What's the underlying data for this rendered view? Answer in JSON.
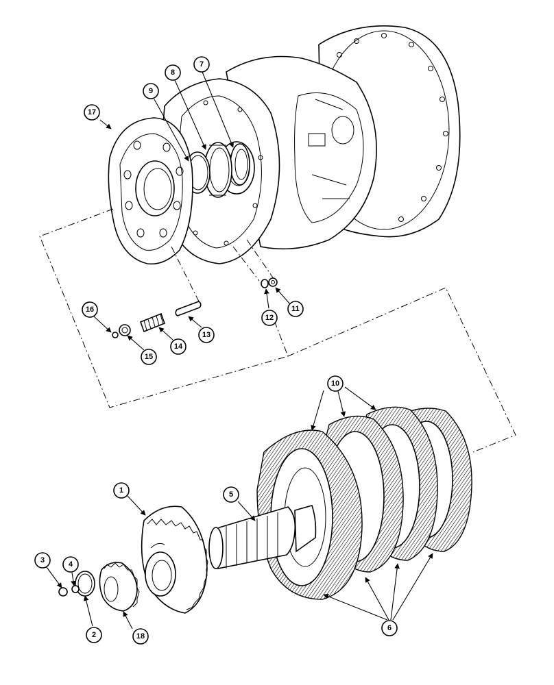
{
  "callouts": [
    {
      "label": "1"
    },
    {
      "label": "2"
    },
    {
      "label": "3"
    },
    {
      "label": "4"
    },
    {
      "label": "5"
    },
    {
      "label": "6"
    },
    {
      "label": "7"
    },
    {
      "label": "8"
    },
    {
      "label": "9"
    },
    {
      "label": "10"
    },
    {
      "label": "11"
    },
    {
      "label": "12"
    },
    {
      "label": "13"
    },
    {
      "label": "14"
    },
    {
      "label": "15"
    },
    {
      "label": "16"
    },
    {
      "label": "17"
    },
    {
      "label": "18"
    }
  ],
  "colors": {
    "ink": "#000000",
    "paper": "#ffffff"
  }
}
